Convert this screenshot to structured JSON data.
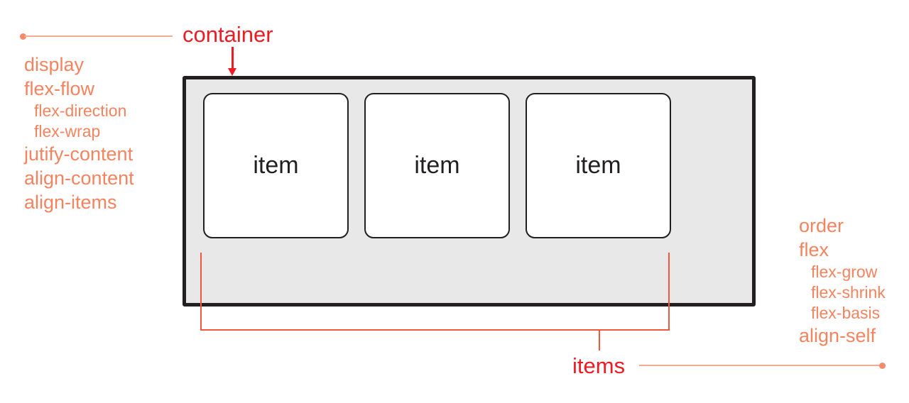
{
  "diagram": {
    "container_label": "container",
    "items_label": "items",
    "items": [
      {
        "label": "item"
      },
      {
        "label": "item"
      },
      {
        "label": "item"
      }
    ],
    "container_properties": [
      {
        "label": "display",
        "level": "main"
      },
      {
        "label": "flex-flow",
        "level": "main"
      },
      {
        "label": "flex-direction",
        "level": "sub"
      },
      {
        "label": "flex-wrap",
        "level": "sub"
      },
      {
        "label": "jutify-content",
        "level": "main"
      },
      {
        "label": "align-content",
        "level": "main"
      },
      {
        "label": "align-items",
        "level": "main"
      }
    ],
    "item_properties": [
      {
        "label": "order",
        "level": "main"
      },
      {
        "label": "flex",
        "level": "main"
      },
      {
        "label": "flex-grow",
        "level": "sub"
      },
      {
        "label": "flex-shrink",
        "level": "sub"
      },
      {
        "label": "flex-basis",
        "level": "sub"
      },
      {
        "label": "align-self",
        "level": "main"
      }
    ],
    "colors": {
      "label_red": "#ed1c24",
      "label_salmon": "#f4845f",
      "bracket_orange_red": "#f2573c",
      "connector_light_salmon": "#f7ab92",
      "connector_dot": "#f58a68",
      "container_fill": "#e8e8e8",
      "outline_dark": "#221f20"
    }
  }
}
